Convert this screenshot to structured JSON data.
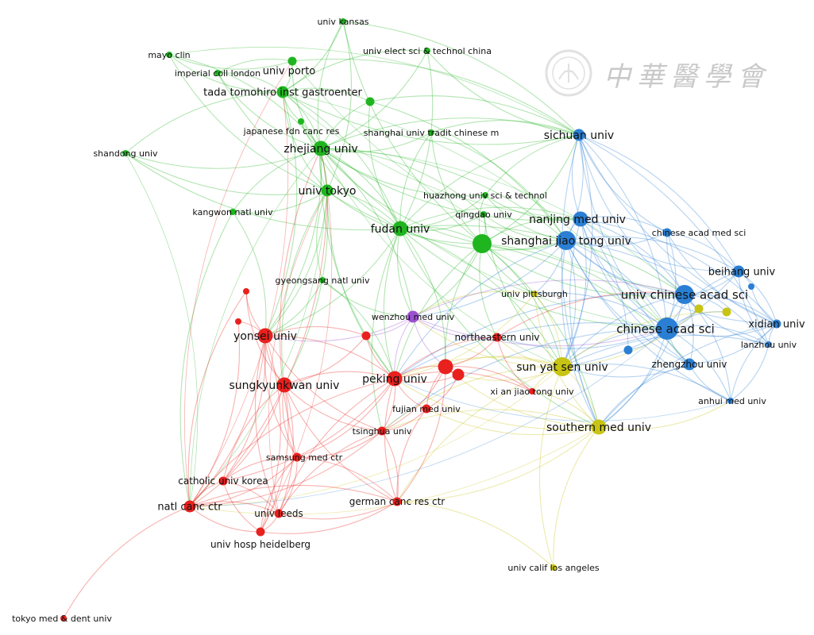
{
  "watermark": {
    "text": "中華醫學會"
  },
  "clusters": {
    "red": "#e8211e",
    "green": "#1fb51f",
    "blue": "#2a7fd4",
    "yellow": "#c8c415",
    "purple": "#9c4fd0"
  },
  "nodes": [
    {
      "id": "univ_kansas",
      "label": "univ kansas",
      "c": "green",
      "w": 1
    },
    {
      "id": "univ_elect",
      "label": "univ elect sci & technol china",
      "c": "green",
      "w": 1
    },
    {
      "id": "mayo",
      "label": "mayo clin",
      "c": "green",
      "w": 1
    },
    {
      "id": "imperial",
      "label": "imperial coll london",
      "c": "green",
      "w": 1
    },
    {
      "id": "porto",
      "label": "univ porto",
      "c": "green",
      "w": 2
    },
    {
      "id": "tada",
      "label": "tada tomohiro inst gastroenter",
      "c": "green",
      "w": 3
    },
    {
      "id": "g_unl1",
      "label": "",
      "c": "green",
      "w": 2
    },
    {
      "id": "japanese",
      "label": "japanese fdn canc res",
      "c": "green",
      "w": 1
    },
    {
      "id": "shanghai_tcm",
      "label": "shanghai univ tradit chinese m",
      "c": "green",
      "w": 1
    },
    {
      "id": "zhejiang",
      "label": "zhejiang univ",
      "c": "green",
      "w": 4
    },
    {
      "id": "shandong",
      "label": "shandong univ",
      "c": "green",
      "w": 1
    },
    {
      "id": "tokyo",
      "label": "univ tokyo",
      "c": "green",
      "w": 3
    },
    {
      "id": "kangwon",
      "label": "kangwon natl univ",
      "c": "green",
      "w": 1
    },
    {
      "id": "huazhong",
      "label": "huazhong univ sci & technol",
      "c": "green",
      "w": 1
    },
    {
      "id": "qingdao",
      "label": "qingdao univ",
      "c": "green",
      "w": 1
    },
    {
      "id": "fudan",
      "label": "fudan univ",
      "c": "green",
      "w": 4
    },
    {
      "id": "g_big",
      "label": "",
      "c": "green",
      "w": 5
    },
    {
      "id": "gyeongsang",
      "label": "gyeongsang natl univ",
      "c": "green",
      "w": 1
    },
    {
      "id": "sichuan",
      "label": "sichuan univ",
      "c": "blue",
      "w": 3
    },
    {
      "id": "nanjing",
      "label": "nanjing med univ",
      "c": "blue",
      "w": 4
    },
    {
      "id": "sjtu",
      "label": "shanghai jiao tong univ",
      "c": "blue",
      "w": 5
    },
    {
      "id": "chinese_med",
      "label": "chinese acad med sci",
      "c": "blue",
      "w": 2
    },
    {
      "id": "beihang",
      "label": "beihang univ",
      "c": "blue",
      "w": 3
    },
    {
      "id": "ucas",
      "label": "univ chinese acad sci",
      "c": "blue",
      "w": 5
    },
    {
      "id": "cas",
      "label": "chinese acad sci",
      "c": "blue",
      "w": 6
    },
    {
      "id": "xidian",
      "label": "xidian univ",
      "c": "blue",
      "w": 2
    },
    {
      "id": "lanzhou",
      "label": "lanzhou univ",
      "c": "blue",
      "w": 1
    },
    {
      "id": "zhengzhou",
      "label": "zhengzhou univ",
      "c": "blue",
      "w": 3
    },
    {
      "id": "anhui",
      "label": "anhui med univ",
      "c": "blue",
      "w": 1
    },
    {
      "id": "b_unl1",
      "label": "",
      "c": "blue",
      "w": 2
    },
    {
      "id": "b_unl2",
      "label": "",
      "c": "blue",
      "w": 1
    },
    {
      "id": "pittsburgh",
      "label": "univ pittsburgh",
      "c": "yellow",
      "w": 1
    },
    {
      "id": "sysu",
      "label": "sun yat sen univ",
      "c": "yellow",
      "w": 5
    },
    {
      "id": "southern",
      "label": "southern med univ",
      "c": "yellow",
      "w": 4
    },
    {
      "id": "ucla",
      "label": "univ calif los angeles",
      "c": "yellow",
      "w": 1
    },
    {
      "id": "y_unl1",
      "label": "",
      "c": "yellow",
      "w": 2
    },
    {
      "id": "y_unl2",
      "label": "",
      "c": "yellow",
      "w": 2
    },
    {
      "id": "wenzhou",
      "label": "wenzhou med univ",
      "c": "purple",
      "w": 3
    },
    {
      "id": "yonsei",
      "label": "yonsei univ",
      "c": "red",
      "w": 4
    },
    {
      "id": "northeastern",
      "label": "northeastern univ",
      "c": "red",
      "w": 2
    },
    {
      "id": "peking",
      "label": "peking univ",
      "c": "red",
      "w": 4
    },
    {
      "id": "sungkyunkwan",
      "label": "sungkyunkwan univ",
      "c": "red",
      "w": 4
    },
    {
      "id": "xian",
      "label": "xi an jiao tong univ",
      "c": "red",
      "w": 1
    },
    {
      "id": "fujian",
      "label": "fujian med univ",
      "c": "red",
      "w": 2
    },
    {
      "id": "tsinghua",
      "label": "tsinghua univ",
      "c": "red",
      "w": 2
    },
    {
      "id": "samsung",
      "label": "samsung med ctr",
      "c": "red",
      "w": 2
    },
    {
      "id": "catholic",
      "label": "catholic univ korea",
      "c": "red",
      "w": 2
    },
    {
      "id": "natl_canc",
      "label": "natl canc ctr",
      "c": "red",
      "w": 3
    },
    {
      "id": "leeds",
      "label": "univ leeds",
      "c": "red",
      "w": 2
    },
    {
      "id": "german",
      "label": "german canc res ctr",
      "c": "red",
      "w": 2
    },
    {
      "id": "heidelberg",
      "label": "univ hosp heidelberg",
      "c": "red",
      "w": 2
    },
    {
      "id": "tokyo_med",
      "label": "tokyo med & dent univ",
      "c": "red",
      "w": 1
    },
    {
      "id": "r_unl1",
      "label": "",
      "c": "red",
      "w": 1
    },
    {
      "id": "r_unl2",
      "label": "",
      "c": "red",
      "w": 1
    },
    {
      "id": "r_unl3",
      "label": "",
      "c": "red",
      "w": 2
    },
    {
      "id": "r_unl4",
      "label": "",
      "c": "red",
      "w": 4
    },
    {
      "id": "r_unl5",
      "label": "",
      "c": "red",
      "w": 3
    }
  ],
  "edges": [
    [
      "univ_kansas",
      "tada"
    ],
    [
      "univ_kansas",
      "zhejiang"
    ],
    [
      "univ_kansas",
      "sichuan"
    ],
    [
      "univ_kansas",
      "g_big"
    ],
    [
      "univ_kansas",
      "tokyo"
    ],
    [
      "univ_elect",
      "sichuan"
    ],
    [
      "univ_elect",
      "zhejiang"
    ],
    [
      "univ_elect",
      "tada"
    ],
    [
      "univ_elect",
      "fudan"
    ],
    [
      "mayo",
      "tada"
    ],
    [
      "mayo",
      "zhejiang"
    ],
    [
      "mayo",
      "porto"
    ],
    [
      "mayo",
      "sichuan"
    ],
    [
      "mayo",
      "tokyo"
    ],
    [
      "imperial",
      "tada"
    ],
    [
      "imperial",
      "zhejiang"
    ],
    [
      "imperial",
      "porto"
    ],
    [
      "imperial",
      "fudan"
    ],
    [
      "porto",
      "tada"
    ],
    [
      "porto",
      "zhejiang"
    ],
    [
      "porto",
      "sichuan"
    ],
    [
      "porto",
      "ucas"
    ],
    [
      "tada",
      "zhejiang"
    ],
    [
      "tada",
      "tokyo"
    ],
    [
      "tada",
      "fudan"
    ],
    [
      "tada",
      "sichuan"
    ],
    [
      "tada",
      "g_unl1"
    ],
    [
      "tada",
      "japanese"
    ],
    [
      "tada",
      "cas"
    ],
    [
      "tada",
      "nanjing"
    ],
    [
      "tada",
      "yonsei"
    ],
    [
      "g_unl1",
      "zhejiang"
    ],
    [
      "g_unl1",
      "sichuan"
    ],
    [
      "g_unl1",
      "fudan"
    ],
    [
      "g_unl1",
      "sjtu"
    ],
    [
      "japanese",
      "zhejiang"
    ],
    [
      "japanese",
      "tokyo"
    ],
    [
      "japanese",
      "fudan"
    ],
    [
      "shanghai_tcm",
      "zhejiang"
    ],
    [
      "shanghai_tcm",
      "fudan"
    ],
    [
      "shanghai_tcm",
      "sjtu"
    ],
    [
      "shanghai_tcm",
      "g_big"
    ],
    [
      "shanghai_tcm",
      "sichuan"
    ],
    [
      "zhejiang",
      "tokyo"
    ],
    [
      "zhejiang",
      "fudan"
    ],
    [
      "zhejiang",
      "g_big"
    ],
    [
      "zhejiang",
      "sichuan"
    ],
    [
      "zhejiang",
      "nanjing"
    ],
    [
      "zhejiang",
      "sjtu"
    ],
    [
      "zhejiang",
      "cas"
    ],
    [
      "zhejiang",
      "ucas"
    ],
    [
      "zhejiang",
      "peking"
    ],
    [
      "zhejiang",
      "yonsei"
    ],
    [
      "zhejiang",
      "sysu"
    ],
    [
      "zhejiang",
      "wenzhou"
    ],
    [
      "zhejiang",
      "natl_canc"
    ],
    [
      "zhejiang",
      "sungkyunkwan"
    ],
    [
      "zhejiang",
      "huazhong"
    ],
    [
      "zhejiang",
      "qingdao"
    ],
    [
      "shandong",
      "zhejiang"
    ],
    [
      "shandong",
      "tada"
    ],
    [
      "shandong",
      "tokyo"
    ],
    [
      "shandong",
      "natl_canc"
    ],
    [
      "shandong",
      "fudan"
    ],
    [
      "tokyo",
      "fudan"
    ],
    [
      "tokyo",
      "g_big"
    ],
    [
      "tokyo",
      "yonsei"
    ],
    [
      "tokyo",
      "peking"
    ],
    [
      "tokyo",
      "natl_canc"
    ],
    [
      "tokyo",
      "sungkyunkwan"
    ],
    [
      "tokyo",
      "kangwon"
    ],
    [
      "tokyo",
      "gyeongsang"
    ],
    [
      "kangwon",
      "yonsei"
    ],
    [
      "kangwon",
      "natl_canc"
    ],
    [
      "kangwon",
      "zhejiang"
    ],
    [
      "huazhong",
      "sjtu"
    ],
    [
      "huazhong",
      "fudan"
    ],
    [
      "huazhong",
      "g_big"
    ],
    [
      "huazhong",
      "sichuan"
    ],
    [
      "huazhong",
      "nanjing"
    ],
    [
      "qingdao",
      "g_big"
    ],
    [
      "qingdao",
      "sjtu"
    ],
    [
      "qingdao",
      "fudan"
    ],
    [
      "qingdao",
      "sysu"
    ],
    [
      "fudan",
      "g_big"
    ],
    [
      "fudan",
      "sjtu"
    ],
    [
      "fudan",
      "nanjing"
    ],
    [
      "fudan",
      "cas"
    ],
    [
      "fudan",
      "ucas"
    ],
    [
      "fudan",
      "peking"
    ],
    [
      "fudan",
      "sysu"
    ],
    [
      "fudan",
      "wenzhou"
    ],
    [
      "fudan",
      "yonsei"
    ],
    [
      "fudan",
      "southern"
    ],
    [
      "fudan",
      "r_unl4"
    ],
    [
      "fudan",
      "tsinghua"
    ],
    [
      "fudan",
      "sichuan"
    ],
    [
      "g_big",
      "sjtu"
    ],
    [
      "g_big",
      "nanjing"
    ],
    [
      "g_big",
      "sichuan"
    ],
    [
      "g_big",
      "cas"
    ],
    [
      "g_big",
      "ucas"
    ],
    [
      "g_big",
      "sysu"
    ],
    [
      "g_big",
      "peking"
    ],
    [
      "g_big",
      "wenzhou"
    ],
    [
      "g_big",
      "pittsburgh"
    ],
    [
      "g_big",
      "southern"
    ],
    [
      "g_big",
      "r_unl4"
    ],
    [
      "g_big",
      "zhengzhou"
    ],
    [
      "g_big",
      "northeastern"
    ],
    [
      "gyeongsang",
      "yonsei"
    ],
    [
      "gyeongsang",
      "wenzhou"
    ],
    [
      "gyeongsang",
      "peking"
    ],
    [
      "sichuan",
      "nanjing"
    ],
    [
      "sichuan",
      "sjtu"
    ],
    [
      "sichuan",
      "chinese_med"
    ],
    [
      "sichuan",
      "beihang"
    ],
    [
      "sichuan",
      "ucas"
    ],
    [
      "sichuan",
      "cas"
    ],
    [
      "sichuan",
      "xidian"
    ],
    [
      "sichuan",
      "lanzhou"
    ],
    [
      "sichuan",
      "zhengzhou"
    ],
    [
      "sichuan",
      "sysu"
    ],
    [
      "nanjing",
      "sjtu"
    ],
    [
      "nanjing",
      "chinese_med"
    ],
    [
      "nanjing",
      "beihang"
    ],
    [
      "nanjing",
      "ucas"
    ],
    [
      "nanjing",
      "cas"
    ],
    [
      "nanjing",
      "xidian"
    ],
    [
      "nanjing",
      "zhengzhou"
    ],
    [
      "nanjing",
      "sysu"
    ],
    [
      "nanjing",
      "southern"
    ],
    [
      "nanjing",
      "b_unl1"
    ],
    [
      "sjtu",
      "chinese_med"
    ],
    [
      "sjtu",
      "beihang"
    ],
    [
      "sjtu",
      "ucas"
    ],
    [
      "sjtu",
      "cas"
    ],
    [
      "sjtu",
      "xidian"
    ],
    [
      "sjtu",
      "lanzhou"
    ],
    [
      "sjtu",
      "zhengzhou"
    ],
    [
      "sjtu",
      "sysu"
    ],
    [
      "sjtu",
      "southern"
    ],
    [
      "sjtu",
      "pittsburgh"
    ],
    [
      "sjtu",
      "peking"
    ],
    [
      "sjtu",
      "wenzhou"
    ],
    [
      "sjtu",
      "anhui"
    ],
    [
      "chinese_med",
      "beihang"
    ],
    [
      "chinese_med",
      "ucas"
    ],
    [
      "chinese_med",
      "cas"
    ],
    [
      "chinese_med",
      "xidian"
    ],
    [
      "beihang",
      "ucas"
    ],
    [
      "beihang",
      "cas"
    ],
    [
      "beihang",
      "xidian"
    ],
    [
      "beihang",
      "lanzhou"
    ],
    [
      "beihang",
      "b_unl2"
    ],
    [
      "ucas",
      "cas"
    ],
    [
      "ucas",
      "xidian"
    ],
    [
      "ucas",
      "lanzhou"
    ],
    [
      "ucas",
      "zhengzhou"
    ],
    [
      "ucas",
      "sysu"
    ],
    [
      "ucas",
      "southern"
    ],
    [
      "ucas",
      "y_unl1"
    ],
    [
      "ucas",
      "y_unl2"
    ],
    [
      "ucas",
      "peking"
    ],
    [
      "ucas",
      "anhui"
    ],
    [
      "cas",
      "xidian"
    ],
    [
      "cas",
      "lanzhou"
    ],
    [
      "cas",
      "zhengzhou"
    ],
    [
      "cas",
      "anhui"
    ],
    [
      "cas",
      "sysu"
    ],
    [
      "cas",
      "southern"
    ],
    [
      "cas",
      "peking"
    ],
    [
      "cas",
      "northeastern"
    ],
    [
      "cas",
      "y_unl1"
    ],
    [
      "cas",
      "y_unl2"
    ],
    [
      "cas",
      "pittsburgh"
    ],
    [
      "cas",
      "natl_canc"
    ],
    [
      "cas",
      "tsinghua"
    ],
    [
      "cas",
      "b_unl1"
    ],
    [
      "xidian",
      "lanzhou"
    ],
    [
      "xidian",
      "zhengzhou"
    ],
    [
      "xidian",
      "anhui"
    ],
    [
      "xidian",
      "b_unl2"
    ],
    [
      "zhengzhou",
      "anhui"
    ],
    [
      "zhengzhou",
      "sysu"
    ],
    [
      "zhengzhou",
      "southern"
    ],
    [
      "lanzhou",
      "anhui"
    ],
    [
      "lanzhou",
      "sysu"
    ],
    [
      "pittsburgh",
      "sysu"
    ],
    [
      "pittsburgh",
      "southern"
    ],
    [
      "pittsburgh",
      "peking"
    ],
    [
      "pittsburgh",
      "wenzhou"
    ],
    [
      "sysu",
      "southern"
    ],
    [
      "sysu",
      "peking"
    ],
    [
      "sysu",
      "wenzhou"
    ],
    [
      "sysu",
      "y_unl1"
    ],
    [
      "sysu",
      "y_unl2"
    ],
    [
      "sysu",
      "xian"
    ],
    [
      "sysu",
      "northeastern"
    ],
    [
      "sysu",
      "r_unl4"
    ],
    [
      "sysu",
      "r_unl5"
    ],
    [
      "sysu",
      "tsinghua"
    ],
    [
      "sysu",
      "natl_canc"
    ],
    [
      "sysu",
      "german"
    ],
    [
      "southern",
      "peking"
    ],
    [
      "southern",
      "xian"
    ],
    [
      "southern",
      "fujian"
    ],
    [
      "southern",
      "tsinghua"
    ],
    [
      "southern",
      "german"
    ],
    [
      "southern",
      "ucla"
    ],
    [
      "southern",
      "natl_canc"
    ],
    [
      "southern",
      "anhui"
    ],
    [
      "southern",
      "r_unl4"
    ],
    [
      "ucla",
      "german"
    ],
    [
      "ucla",
      "sysu"
    ],
    [
      "wenzhou",
      "peking"
    ],
    [
      "wenzhou",
      "yonsei"
    ],
    [
      "wenzhou",
      "northeastern"
    ],
    [
      "wenzhou",
      "r_unl3"
    ],
    [
      "wenzhou",
      "r_unl4"
    ],
    [
      "wenzhou",
      "ucas"
    ],
    [
      "wenzhou",
      "cas"
    ],
    [
      "yonsei",
      "peking"
    ],
    [
      "yonsei",
      "sungkyunkwan"
    ],
    [
      "yonsei",
      "natl_canc"
    ],
    [
      "yonsei",
      "samsung"
    ],
    [
      "yonsei",
      "catholic"
    ],
    [
      "yonsei",
      "leeds"
    ],
    [
      "yonsei",
      "r_unl1"
    ],
    [
      "yonsei",
      "r_unl2"
    ],
    [
      "yonsei",
      "r_unl3"
    ],
    [
      "yonsei",
      "tsinghua"
    ],
    [
      "yonsei",
      "heidelberg"
    ],
    [
      "northeastern",
      "peking"
    ],
    [
      "northeastern",
      "r_unl4"
    ],
    [
      "northeastern",
      "xian"
    ],
    [
      "northeastern",
      "ucas"
    ],
    [
      "peking",
      "sungkyunkwan"
    ],
    [
      "peking",
      "tsinghua"
    ],
    [
      "peking",
      "fujian"
    ],
    [
      "peking",
      "r_unl4"
    ],
    [
      "peking",
      "r_unl5"
    ],
    [
      "peking",
      "samsung"
    ],
    [
      "peking",
      "natl_canc"
    ],
    [
      "peking",
      "xian"
    ],
    [
      "peking",
      "german"
    ],
    [
      "peking",
      "catholic"
    ],
    [
      "peking",
      "leeds"
    ],
    [
      "peking",
      "r_unl3"
    ],
    [
      "sungkyunkwan",
      "samsung"
    ],
    [
      "sungkyunkwan",
      "natl_canc"
    ],
    [
      "sungkyunkwan",
      "catholic"
    ],
    [
      "sungkyunkwan",
      "leeds"
    ],
    [
      "sungkyunkwan",
      "tsinghua"
    ],
    [
      "sungkyunkwan",
      "heidelberg"
    ],
    [
      "sungkyunkwan",
      "german"
    ],
    [
      "sungkyunkwan",
      "r_unl1"
    ],
    [
      "sungkyunkwan",
      "r_unl3"
    ],
    [
      "tsinghua",
      "samsung"
    ],
    [
      "tsinghua",
      "fujian"
    ],
    [
      "tsinghua",
      "natl_canc"
    ],
    [
      "tsinghua",
      "leeds"
    ],
    [
      "tsinghua",
      "german"
    ],
    [
      "tsinghua",
      "r_unl4"
    ],
    [
      "samsung",
      "natl_canc"
    ],
    [
      "samsung",
      "catholic"
    ],
    [
      "samsung",
      "leeds"
    ],
    [
      "samsung",
      "heidelberg"
    ],
    [
      "samsung",
      "german"
    ],
    [
      "catholic",
      "natl_canc"
    ],
    [
      "catholic",
      "leeds"
    ],
    [
      "catholic",
      "heidelberg"
    ],
    [
      "natl_canc",
      "leeds"
    ],
    [
      "natl_canc",
      "heidelberg"
    ],
    [
      "natl_canc",
      "german"
    ],
    [
      "natl_canc",
      "tokyo_med"
    ],
    [
      "natl_canc",
      "r_unl1"
    ],
    [
      "natl_canc",
      "r_unl2"
    ],
    [
      "leeds",
      "heidelberg"
    ],
    [
      "leeds",
      "german"
    ],
    [
      "german",
      "heidelberg"
    ],
    [
      "german",
      "r_unl4"
    ],
    [
      "german",
      "fujian"
    ],
    [
      "r_unl4",
      "r_unl5"
    ],
    [
      "r_unl4",
      "xian"
    ],
    [
      "r_unl4",
      "fujian"
    ],
    [
      "r_unl5",
      "fujian"
    ],
    [
      "natl_canc",
      "tada"
    ],
    [
      "natl_canc",
      "porto"
    ],
    [
      "heidelberg",
      "zhejiang"
    ],
    [
      "leeds",
      "tokyo"
    ],
    [
      "catholic",
      "tokyo"
    ],
    [
      "samsung",
      "zhejiang"
    ],
    [
      "anhui",
      "sysu"
    ],
    [
      "anhui",
      "peking"
    ],
    [
      "xidian",
      "southern"
    ],
    [
      "beihang",
      "sysu"
    ],
    [
      "sichuan",
      "southern"
    ]
  ]
}
